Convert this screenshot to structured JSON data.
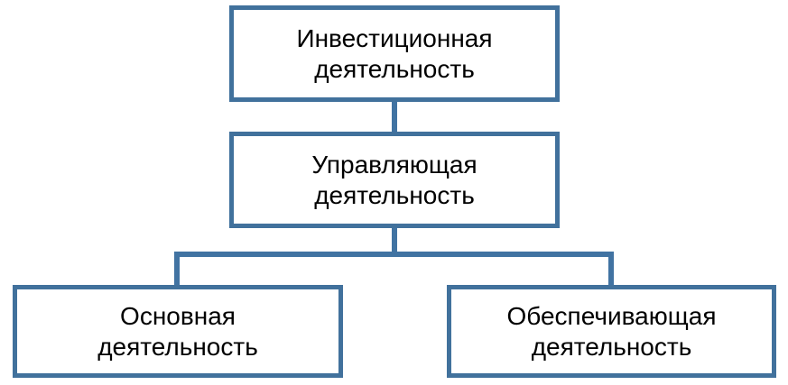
{
  "diagram": {
    "type": "hierarchy",
    "colors": {
      "box_border": "#41719C",
      "box_fill": "#FFFFFF",
      "connector": "#4173A2",
      "text": "#000000",
      "background": "#FFFFFF"
    },
    "nodes": {
      "investment": {
        "label": "Инвестиционная\nдеятельность"
      },
      "managing": {
        "label": "Управляющая\nдеятельность"
      },
      "main": {
        "label": "Основная\nдеятельность"
      },
      "supporting": {
        "label": "Обеспечивающая\nдеятельность"
      }
    },
    "edges": [
      {
        "from": "investment",
        "to": "managing"
      },
      {
        "from": "managing",
        "to": "main"
      },
      {
        "from": "managing",
        "to": "supporting"
      }
    ]
  }
}
